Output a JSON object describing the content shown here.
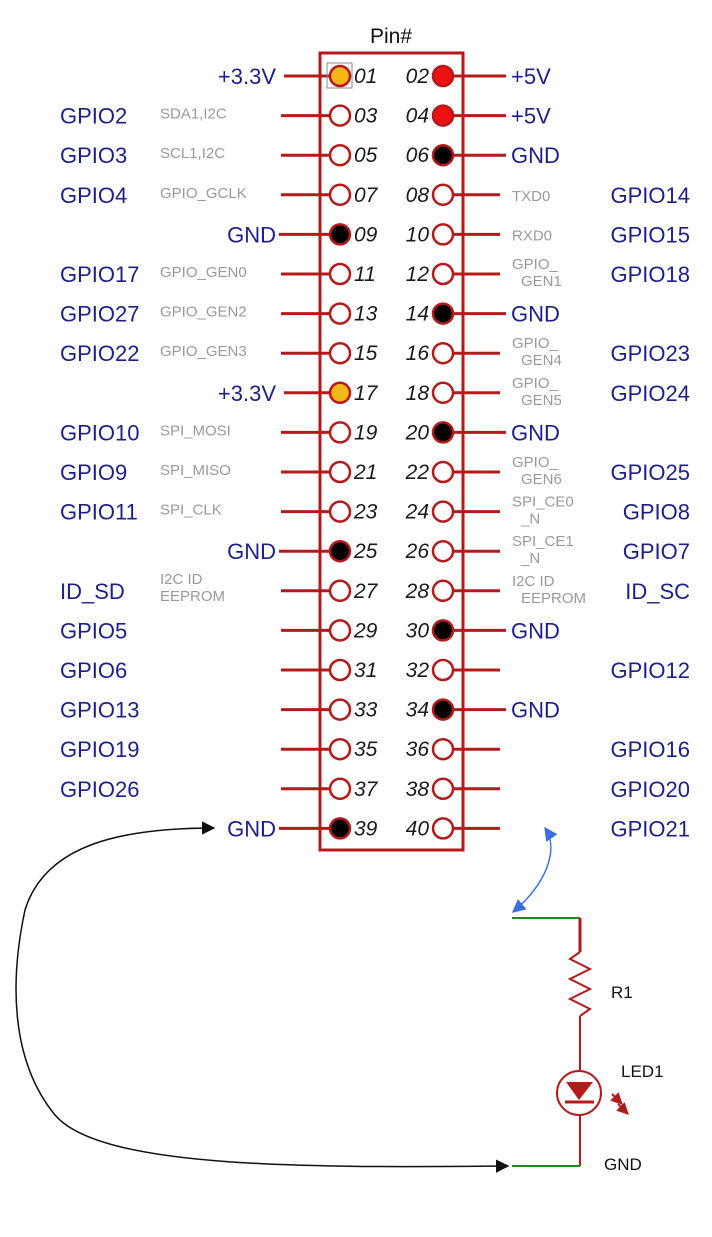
{
  "header": {
    "title": "Pin#"
  },
  "colors": {
    "header_outline": "#b51a1a",
    "power33": "#f5b718",
    "power5": "#ee1111",
    "ground": "#000000",
    "gpio_open": "#ffffff",
    "label_blue": "#1c1f8a",
    "label_gray": "#9a9a9a",
    "green_wire": "#1a8a1a",
    "blue_arrow": "#3b6fe0",
    "black_arrow": "#111111"
  },
  "pins": [
    {
      "num": "01",
      "side": "left",
      "type": "power33",
      "name": "+3.3V",
      "func": ""
    },
    {
      "num": "02",
      "side": "right",
      "type": "power5",
      "name": "+5V",
      "func": ""
    },
    {
      "num": "03",
      "side": "left",
      "type": "gpio",
      "name": "GPIO2",
      "func": "SDA1,I2C"
    },
    {
      "num": "04",
      "side": "right",
      "type": "power5",
      "name": "+5V",
      "func": ""
    },
    {
      "num": "05",
      "side": "left",
      "type": "gpio",
      "name": "GPIO3",
      "func": "SCL1,I2C"
    },
    {
      "num": "06",
      "side": "right",
      "type": "ground",
      "name": "GND",
      "func": ""
    },
    {
      "num": "07",
      "side": "left",
      "type": "gpio",
      "name": "GPIO4",
      "func": "GPIO_GCLK"
    },
    {
      "num": "08",
      "side": "right",
      "type": "gpio",
      "name": "GPIO14",
      "func": "TXD0"
    },
    {
      "num": "09",
      "side": "left",
      "type": "ground",
      "name": "GND",
      "func": ""
    },
    {
      "num": "10",
      "side": "right",
      "type": "gpio",
      "name": "GPIO15",
      "func": "RXD0"
    },
    {
      "num": "11",
      "side": "left",
      "type": "gpio",
      "name": "GPIO17",
      "func": "GPIO_GEN0"
    },
    {
      "num": "12",
      "side": "right",
      "type": "gpio",
      "name": "GPIO18",
      "func": "GPIO_\nGEN1"
    },
    {
      "num": "13",
      "side": "left",
      "type": "gpio",
      "name": "GPIO27",
      "func": "GPIO_GEN2"
    },
    {
      "num": "14",
      "side": "right",
      "type": "ground",
      "name": "GND",
      "func": ""
    },
    {
      "num": "15",
      "side": "left",
      "type": "gpio",
      "name": "GPIO22",
      "func": "GPIO_GEN3"
    },
    {
      "num": "16",
      "side": "right",
      "type": "gpio",
      "name": "GPIO23",
      "func": "GPIO_\nGEN4"
    },
    {
      "num": "17",
      "side": "left",
      "type": "power33",
      "name": "+3.3V",
      "func": ""
    },
    {
      "num": "18",
      "side": "right",
      "type": "gpio",
      "name": "GPIO24",
      "func": "GPIO_\nGEN5"
    },
    {
      "num": "19",
      "side": "left",
      "type": "gpio",
      "name": "GPIO10",
      "func": "SPI_MOSI"
    },
    {
      "num": "20",
      "side": "right",
      "type": "ground",
      "name": "GND",
      "func": ""
    },
    {
      "num": "21",
      "side": "left",
      "type": "gpio",
      "name": "GPIO9",
      "func": "SPI_MISO"
    },
    {
      "num": "22",
      "side": "right",
      "type": "gpio",
      "name": "GPIO25",
      "func": "GPIO_\nGEN6"
    },
    {
      "num": "23",
      "side": "left",
      "type": "gpio",
      "name": "GPIO11",
      "func": "SPI_CLK"
    },
    {
      "num": "24",
      "side": "right",
      "type": "gpio",
      "name": "GPIO8",
      "func": "SPI_CE0\n_N"
    },
    {
      "num": "25",
      "side": "left",
      "type": "ground",
      "name": "GND",
      "func": ""
    },
    {
      "num": "26",
      "side": "right",
      "type": "gpio",
      "name": "GPIO7",
      "func": "SPI_CE1\n_N"
    },
    {
      "num": "27",
      "side": "left",
      "type": "gpio",
      "name": "ID_SD",
      "func": "I2C ID\nEEPROM"
    },
    {
      "num": "28",
      "side": "right",
      "type": "gpio",
      "name": "ID_SC",
      "func": "I2C ID\nEEPROM"
    },
    {
      "num": "29",
      "side": "left",
      "type": "gpio",
      "name": "GPIO5",
      "func": ""
    },
    {
      "num": "30",
      "side": "right",
      "type": "ground",
      "name": "GND",
      "func": ""
    },
    {
      "num": "31",
      "side": "left",
      "type": "gpio",
      "name": "GPIO6",
      "func": ""
    },
    {
      "num": "32",
      "side": "right",
      "type": "gpio",
      "name": "GPIO12",
      "func": ""
    },
    {
      "num": "33",
      "side": "left",
      "type": "gpio",
      "name": "GPIO13",
      "func": ""
    },
    {
      "num": "34",
      "side": "right",
      "type": "ground",
      "name": "GND",
      "func": ""
    },
    {
      "num": "35",
      "side": "left",
      "type": "gpio",
      "name": "GPIO19",
      "func": ""
    },
    {
      "num": "36",
      "side": "right",
      "type": "gpio",
      "name": "GPIO16",
      "func": ""
    },
    {
      "num": "37",
      "side": "left",
      "type": "gpio",
      "name": "GPIO26",
      "func": ""
    },
    {
      "num": "38",
      "side": "right",
      "type": "gpio",
      "name": "GPIO20",
      "func": ""
    },
    {
      "num": "39",
      "side": "left",
      "type": "ground",
      "name": "GND",
      "func": ""
    },
    {
      "num": "40",
      "side": "right",
      "type": "gpio",
      "name": "GPIO21",
      "func": ""
    }
  ],
  "circuit": {
    "resistor_label": "R1",
    "led_label": "LED1",
    "ground_label": "GND"
  }
}
